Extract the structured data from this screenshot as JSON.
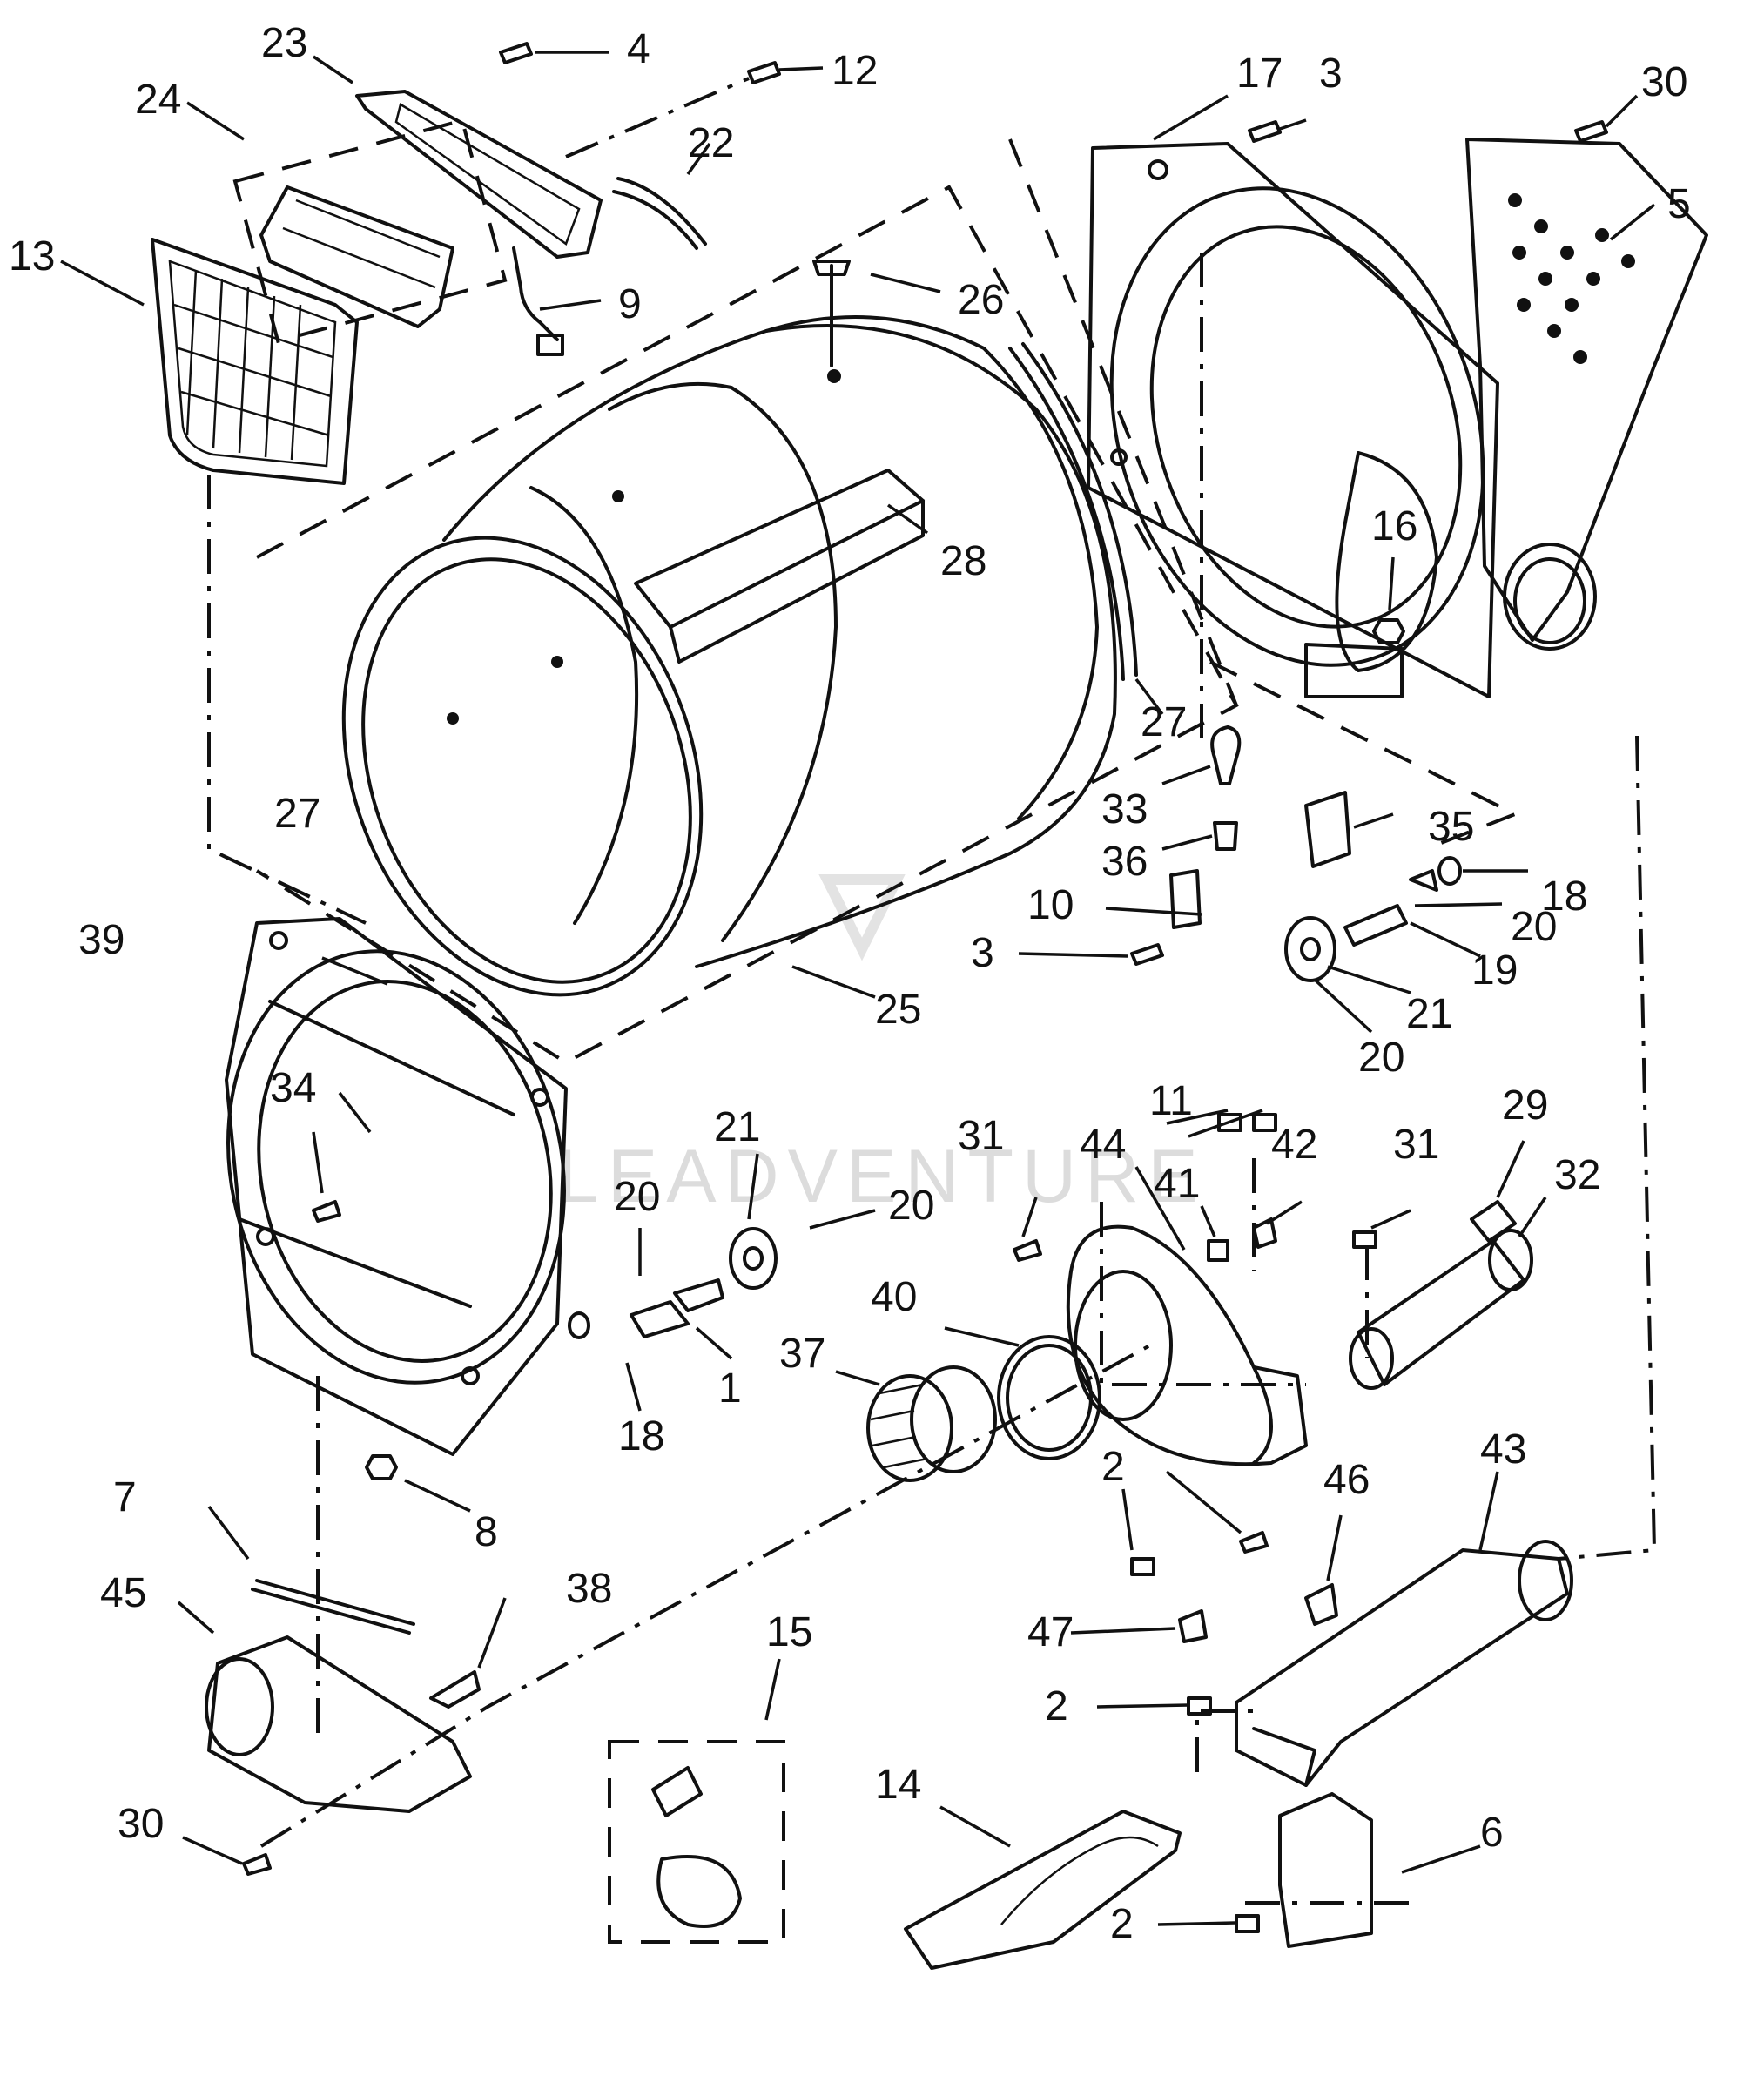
{
  "watermark": "LEADVENTURE",
  "colors": {
    "line": "#111111",
    "background": "#ffffff",
    "watermark": "#d9d9d9"
  },
  "callouts": [
    {
      "id": "c23",
      "text": "23"
    },
    {
      "id": "c4",
      "text": "4"
    },
    {
      "id": "c12",
      "text": "12"
    },
    {
      "id": "c24",
      "text": "24"
    },
    {
      "id": "c22",
      "text": "22"
    },
    {
      "id": "c13",
      "text": "13"
    },
    {
      "id": "c9",
      "text": "9"
    },
    {
      "id": "c26",
      "text": "26"
    },
    {
      "id": "c28",
      "text": "28"
    },
    {
      "id": "c17",
      "text": "17"
    },
    {
      "id": "c3a",
      "text": "3"
    },
    {
      "id": "c30a",
      "text": "30"
    },
    {
      "id": "c5",
      "text": "5"
    },
    {
      "id": "c16",
      "text": "16"
    },
    {
      "id": "c27a",
      "text": "27"
    },
    {
      "id": "c27b",
      "text": "27"
    },
    {
      "id": "c33",
      "text": "33"
    },
    {
      "id": "c36",
      "text": "36"
    },
    {
      "id": "c35",
      "text": "35"
    },
    {
      "id": "c18a",
      "text": "18"
    },
    {
      "id": "c20a",
      "text": "20"
    },
    {
      "id": "c10",
      "text": "10"
    },
    {
      "id": "c3b",
      "text": "3"
    },
    {
      "id": "c19",
      "text": "19"
    },
    {
      "id": "c21a",
      "text": "21"
    },
    {
      "id": "c20b",
      "text": "20"
    },
    {
      "id": "c25",
      "text": "25"
    },
    {
      "id": "c39",
      "text": "39"
    },
    {
      "id": "c34",
      "text": "34"
    },
    {
      "id": "c21b",
      "text": "21"
    },
    {
      "id": "c20c",
      "text": "20"
    },
    {
      "id": "c20d",
      "text": "20"
    },
    {
      "id": "c11",
      "text": "11"
    },
    {
      "id": "c31a",
      "text": "31"
    },
    {
      "id": "c44",
      "text": "44"
    },
    {
      "id": "c41",
      "text": "41"
    },
    {
      "id": "c42",
      "text": "42"
    },
    {
      "id": "c31b",
      "text": "31"
    },
    {
      "id": "c29",
      "text": "29"
    },
    {
      "id": "c32",
      "text": "32"
    },
    {
      "id": "c40",
      "text": "40"
    },
    {
      "id": "c37",
      "text": "37"
    },
    {
      "id": "c18b",
      "text": "18"
    },
    {
      "id": "c1",
      "text": "1"
    },
    {
      "id": "c8",
      "text": "8"
    },
    {
      "id": "c7",
      "text": "7"
    },
    {
      "id": "c2a",
      "text": "2"
    },
    {
      "id": "c46",
      "text": "46"
    },
    {
      "id": "c43",
      "text": "43"
    },
    {
      "id": "c45",
      "text": "45"
    },
    {
      "id": "c38",
      "text": "38"
    },
    {
      "id": "c47",
      "text": "47"
    },
    {
      "id": "c15",
      "text": "15"
    },
    {
      "id": "c2b",
      "text": "2"
    },
    {
      "id": "c14",
      "text": "14"
    },
    {
      "id": "c6",
      "text": "6"
    },
    {
      "id": "c30b",
      "text": "30"
    },
    {
      "id": "c2c",
      "text": "2"
    }
  ]
}
